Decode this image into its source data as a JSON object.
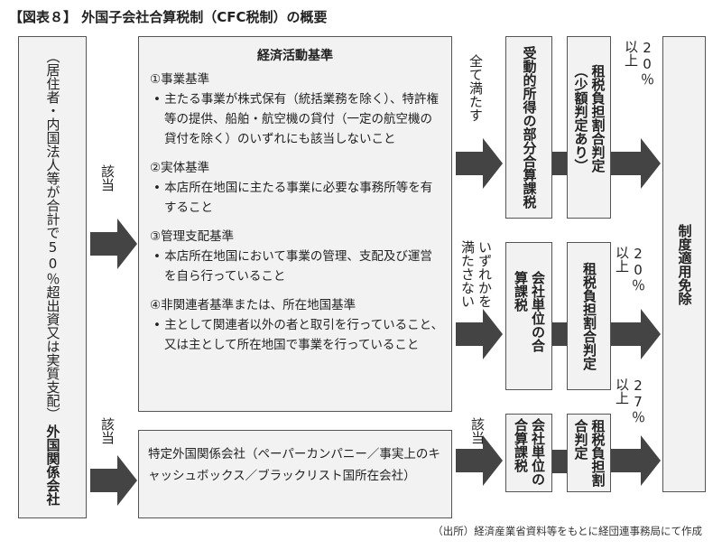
{
  "title": "【図表８】 外国子会社合算税制（CFC税制）の概要",
  "left_box": {
    "heading": "外国関係会社",
    "sub": "（居住者・内国法人等が合計で50％超出資又は実質支配）"
  },
  "arrow_labels": {
    "applies_1": "該当",
    "applies_2": "該当",
    "applies_3": "該当",
    "all_met": "全て満たす",
    "not_met": "いずれかを満たさない"
  },
  "criteria_box": {
    "title": "経済活動基準",
    "sections": [
      {
        "heading": "①事業基準",
        "bullet": "主たる事業が株式保有（統括業務を除く）、特許権等の提供、船舶・航空機の貸付（一定の航空機の貸付を除く）のいずれにも該当しないこと"
      },
      {
        "heading": "②実体基準",
        "bullet": "本店所在地国に主たる事業に必要な事務所等を有すること"
      },
      {
        "heading": "③管理支配基準",
        "bullet": "本店所在地国において事業の管理、支配及び運営を自ら行っていること"
      },
      {
        "heading": "④非関連者基準または、所在地国基準",
        "bullet": "主として関連者以外の者と取引を行っていること、又は主として所在地国で事業を行っていること"
      }
    ]
  },
  "specific_box": "特定外国関係会社（ペーパーカンパニー／事実上のキャッシュボックス／ブラックリスト国所在会社）",
  "row1": {
    "taxation": "受動的所得の部分合算課税",
    "judgement": "租税負担割合判定（少額判定あり）",
    "threshold": "20％以上"
  },
  "row2": {
    "taxation": "会社単位の合算課税",
    "judgement": "租税負担割合判定",
    "threshold": "20％以上"
  },
  "row3": {
    "taxation": "会社単位の合算課税",
    "judgement": "租税負担割合判定",
    "threshold": "27％以上"
  },
  "exemption": "制度適用免除",
  "source": "（出所）経済産業省資料等をもとに経団連事務局にて作成",
  "colors": {
    "arrow": "#444444",
    "box_fill": "#f2f2f2",
    "border": "#555555"
  }
}
